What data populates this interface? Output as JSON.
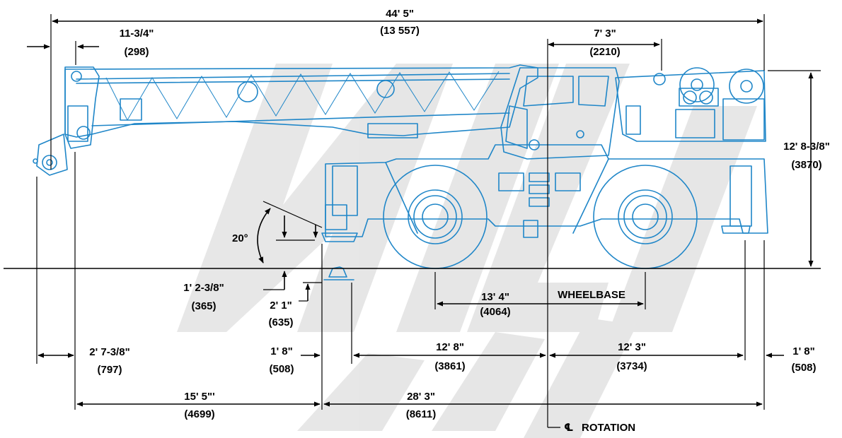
{
  "colors": {
    "crane": "#1f86c8",
    "dimension": "#000000",
    "watermark": "#e4e4e4",
    "background": "#ffffff"
  },
  "dims": {
    "overall_length": {
      "ft": "44' 5\"",
      "mm": "(13 557)"
    },
    "boom_nose": {
      "ft": "11-3/4\"",
      "mm": "(298)"
    },
    "rotation_to_rear": {
      "ft": "7' 3\"",
      "mm": "(2210)"
    },
    "overall_height": {
      "ft": "12' 8-3/8\"",
      "mm": "(3870)"
    },
    "approach_angle": {
      "label": "20°"
    },
    "ground_clearance": {
      "ft": "1' 2-3/8\"",
      "mm": "(365)"
    },
    "outrigger_below": {
      "ft": "2' 1\"",
      "mm": "(635)"
    },
    "wheelbase": {
      "ft": "13' 4\"",
      "mm": "(4064)",
      "label": "WHEELBASE"
    },
    "front_boom_overhang": {
      "ft": "2' 7-3/8\"",
      "mm": "(797)"
    },
    "front_outrigger": {
      "ft": "1' 8\"",
      "mm": "(508)"
    },
    "front_to_rotation": {
      "ft": "12' 8\"",
      "mm": "(3861)"
    },
    "rotation_to_rear_outrigger": {
      "ft": "12' 3\"",
      "mm": "(3734)"
    },
    "rear_outrigger": {
      "ft": "1' 8\"",
      "mm": "(508)"
    },
    "boom_overhang": {
      "ft": "15' 5\"'",
      "mm": "(4699)"
    },
    "outrigger_span": {
      "ft": "28' 3\"",
      "mm": "(8611)"
    },
    "rotation": {
      "symbol": "℄",
      "label": "ROTATION"
    }
  }
}
